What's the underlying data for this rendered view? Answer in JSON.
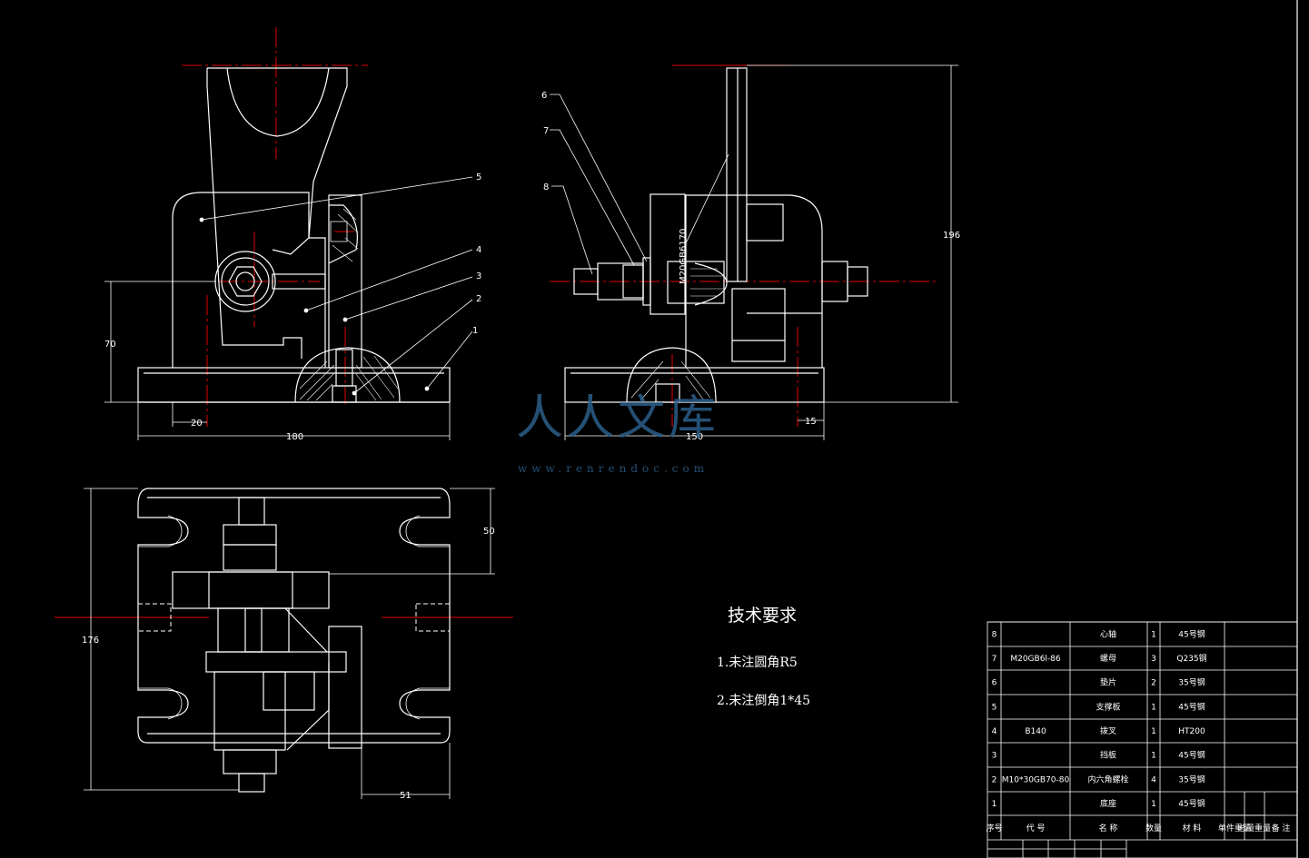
{
  "front_view": {
    "dims": {
      "height": "70",
      "offset": "20",
      "width": "180"
    },
    "labels": [
      "5",
      "4",
      "3",
      "2",
      "1"
    ]
  },
  "side_view": {
    "dims": {
      "height": "196",
      "width": "150",
      "offset": "15"
    },
    "labels": [
      "6",
      "7",
      "8"
    ],
    "stamp": "M20GB6170"
  },
  "top_view": {
    "dims": {
      "height": "176",
      "upper": "50",
      "lower": "51"
    }
  },
  "tech_requirements": {
    "title": "技术要求",
    "items": [
      "1.未注圆角R5",
      "2.未注倒角1*45"
    ]
  },
  "bom": {
    "rows": [
      {
        "no": "8",
        "code": "",
        "name": "心轴",
        "qty": "1",
        "material": "45号钢"
      },
      {
        "no": "7",
        "code": "M20GB6l-86",
        "name": "螺母",
        "qty": "3",
        "material": "Q235钢"
      },
      {
        "no": "6",
        "code": "",
        "name": "垫片",
        "qty": "2",
        "material": "35号钢"
      },
      {
        "no": "5",
        "code": "",
        "name": "支撑板",
        "qty": "1",
        "material": "45号钢"
      },
      {
        "no": "4",
        "code": "B140",
        "name": "拨叉",
        "qty": "1",
        "material": "HT200"
      },
      {
        "no": "3",
        "code": "",
        "name": "挡板",
        "qty": "1",
        "material": "45号钢"
      },
      {
        "no": "2",
        "code": "M10*30GB70-80",
        "name": "内六角螺栓",
        "qty": "4",
        "material": "35号钢"
      },
      {
        "no": "1",
        "code": "",
        "name": "底座",
        "qty": "1",
        "material": "45号钢"
      }
    ],
    "header": {
      "no": "序号",
      "code": "代 号",
      "name": "名 称",
      "qty": "数量",
      "material": "材 料",
      "unit_weight": "单件重量",
      "total_weight": "总量重量",
      "remark": "备 注"
    }
  },
  "watermark": {
    "text": "人人文库",
    "url": "www.renrendoc.com"
  }
}
